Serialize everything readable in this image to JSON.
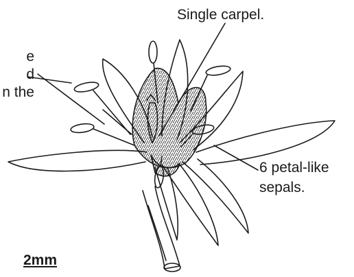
{
  "labels": {
    "carpel": "Single carpel.",
    "left_fragment": [
      "e",
      "d",
      "n the"
    ],
    "sepals": [
      "6 petal-like",
      "sepals."
    ],
    "scale": "2mm"
  },
  "colors": {
    "ink": "#1a1a1a",
    "background": "#ffffff"
  }
}
